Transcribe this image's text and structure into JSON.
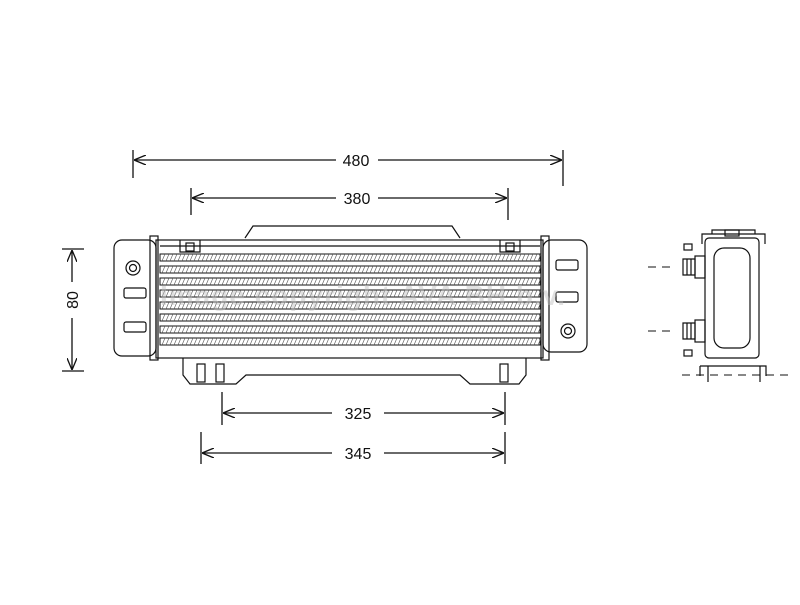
{
  "dimensions": {
    "overall_length": "480",
    "core_length": "380",
    "height": "80",
    "mount_spacing_inner": "325",
    "mount_spacing_outer": "345"
  },
  "watermark": "Image copyright AVA BH b.v.",
  "colors": {
    "line": "#111111",
    "watermark": "#bdbdbd",
    "background": "#ffffff"
  }
}
